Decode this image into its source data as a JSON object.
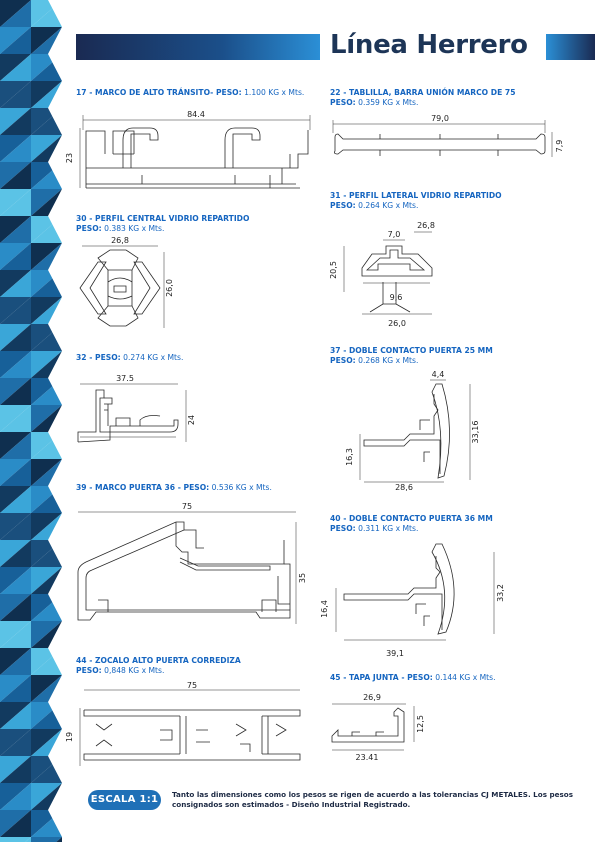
{
  "page": {
    "title": "Línea Herrero"
  },
  "colors": {
    "accent": "#1565c0",
    "navy": "#1d3557",
    "badge": "#1f70b7"
  },
  "profiles": [
    {
      "id": "p17",
      "heading": "17 - MARCO DE ALTO TRÁNSITO- PESO:",
      "weight": "1.100 KG x Mts.",
      "dims": [
        "84.4",
        "23"
      ]
    },
    {
      "id": "p22",
      "heading": "22 - TABLILLA, BARRA UNIÓN MARCO DE 75",
      "weight_label": "PESO:",
      "weight": "0.359 KG x Mts.",
      "dims": [
        "79,0",
        "7,9"
      ]
    },
    {
      "id": "p31",
      "heading": "31 - PERFIL LATERAL VIDRIO REPARTIDO",
      "weight_label": "PESO:",
      "weight": "0.264 KG x Mts.",
      "dims": [
        "26,8",
        "7,0",
        "20,5",
        "9,6",
        "26,0"
      ]
    },
    {
      "id": "p30",
      "heading": "30 - PERFIL CENTRAL VIDRIO REPARTIDO",
      "weight_label": "PESO:",
      "weight": "0.383 KG x Mts.",
      "dims": [
        "26,8",
        "26,0"
      ]
    },
    {
      "id": "p32",
      "heading": "32 - PESO:",
      "weight": "0.274 KG x Mts.",
      "dims": [
        "37.5",
        "24"
      ]
    },
    {
      "id": "p37",
      "heading": "37 - DOBLE CONTACTO PUERTA 25 MM",
      "weight_label": "PESO:",
      "weight": "0.268 KG x Mts.",
      "dims": [
        "4,4",
        "33,16",
        "16,3",
        "28,6"
      ]
    },
    {
      "id": "p39",
      "heading": "39 - MARCO PUERTA 36 - PESO:",
      "weight": "0.536 KG x Mts.",
      "dims": [
        "75",
        "35"
      ]
    },
    {
      "id": "p40",
      "heading": "40 - DOBLE CONTACTO PUERTA 36 MM",
      "weight_label": "PESO:",
      "weight": "0.311 KG x Mts.",
      "dims": [
        "33,2",
        "16,4",
        "39,1"
      ]
    },
    {
      "id": "p44",
      "heading": "44 - ZOCALO ALTO PUERTA CORREDIZA",
      "weight_label": "PESO:",
      "weight": "0,848 KG x Mts.",
      "dims": [
        "75",
        "19"
      ]
    },
    {
      "id": "p45",
      "heading": "45 - TAPA JUNTA - PESO:",
      "weight": "0.144 KG x Mts.",
      "dims": [
        "26,9",
        "12,5",
        "23.41"
      ]
    }
  ],
  "footer": {
    "badge": "ESCALA 1:1",
    "note": "Tanto las dimensiones como los pesos se rigen de acuerdo a las tolerancias CJ METALES. Los pesos consignados son estimados - Diseño Industrial Registrado."
  }
}
